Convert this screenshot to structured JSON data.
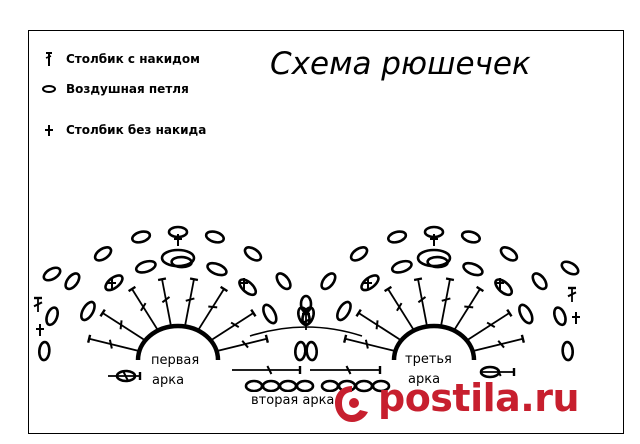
{
  "title": "Схема  рюшечек",
  "legend": [
    {
      "symbol": "dc-symbol",
      "label": "Столбик с накидом"
    },
    {
      "symbol": "chain-symbol",
      "label": "Воздушная петля"
    },
    {
      "symbol": "sc-symbol",
      "label": "Столбик без накида"
    }
  ],
  "arches": {
    "first": [
      "первая",
      "арка"
    ],
    "second": "вторая  арка",
    "third": [
      "третья",
      "арка"
    ]
  },
  "watermark": {
    "text": "postila.ru",
    "color": "#c71f2e"
  }
}
